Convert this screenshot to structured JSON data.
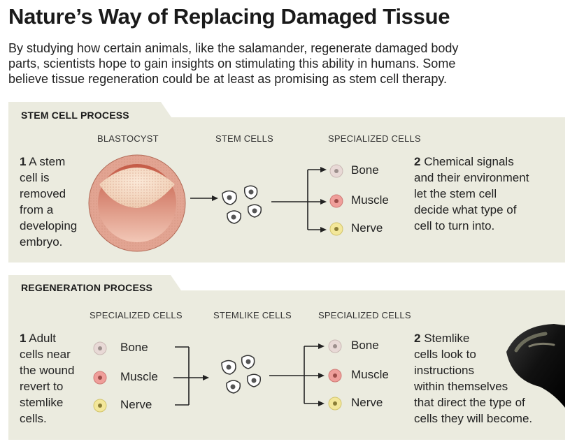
{
  "header": {
    "title": "Nature’s Way of Replacing Damaged Tissue",
    "intro_lines": [
      "By studying how certain animals, like the salamander, regenerate damaged body",
      "parts, scientists hope to gain insights on stimulating this ability in humans. Some",
      "believe tissue regeneration could be at least as promising as stem cell therapy."
    ]
  },
  "stem_panel": {
    "title": "STEM CELL PROCESS",
    "captions": {
      "blastocyst": "BLASTOCYST",
      "stem_cells": "STEM CELLS",
      "specialized": "SPECIALIZED CELLS"
    },
    "step1": {
      "num": "1",
      "lines": [
        "A stem",
        "cell is",
        "removed",
        "from a",
        "developing",
        "embryo."
      ]
    },
    "cells": [
      "Bone",
      "Muscle",
      "Nerve"
    ],
    "step2": {
      "num": "2",
      "lines": [
        "Chemical signals",
        "and their environment",
        "let the stem cell",
        "decide what type of",
        "cell to turn into."
      ]
    }
  },
  "regen_panel": {
    "title": "REGENERATION PROCESS",
    "captions": {
      "specialized_left": "SPECIALIZED CELLS",
      "stemlike": "STEMLIKE CELLS",
      "specialized_right": "SPECIALIZED CELLS"
    },
    "step1": {
      "num": "1",
      "lines": [
        "Adult",
        "cells near",
        "the wound",
        "revert to",
        "stemlike",
        "cells."
      ]
    },
    "cells_left": [
      "Bone",
      "Muscle",
      "Nerve"
    ],
    "cells_right": [
      "Bone",
      "Muscle",
      "Nerve"
    ],
    "step2": {
      "num": "2",
      "lines": [
        "Stemlike",
        "cells look to",
        "instructions",
        "within themselves",
        "that direct the type of",
        "cells they will become."
      ]
    }
  },
  "colors": {
    "panel_bg": "#ebebdf",
    "bone_cell": "#e8d9d6",
    "muscle_cell": "#ef9e9a",
    "nerve_cell": "#f3e79a",
    "blastocyst": "#e2a492"
  },
  "icons": [
    "blastocyst-icon",
    "stem-cell-icon",
    "bone-cell-icon",
    "muscle-cell-icon",
    "nerve-cell-icon",
    "salamander-tail-icon"
  ]
}
